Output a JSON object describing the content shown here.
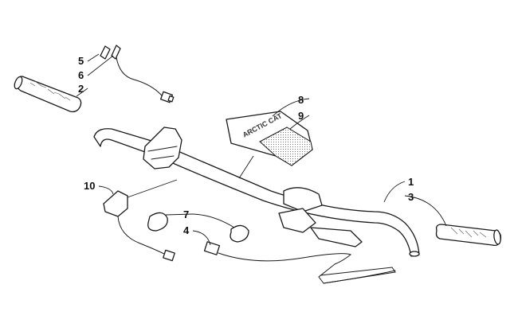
{
  "diagram": {
    "callouts": [
      {
        "id": "c1",
        "text": "1"
      },
      {
        "id": "c2",
        "text": "2"
      },
      {
        "id": "c3",
        "text": "3"
      },
      {
        "id": "c4",
        "text": "4"
      },
      {
        "id": "c5",
        "text": "5"
      },
      {
        "id": "c6",
        "text": "6"
      },
      {
        "id": "c7",
        "text": "7"
      },
      {
        "id": "c8",
        "text": "8"
      },
      {
        "id": "c9",
        "text": "9"
      },
      {
        "id": "c10",
        "text": "10"
      }
    ],
    "pad_logo_text": "ARCTIC CAT",
    "line_color": "#1a1a1a"
  }
}
